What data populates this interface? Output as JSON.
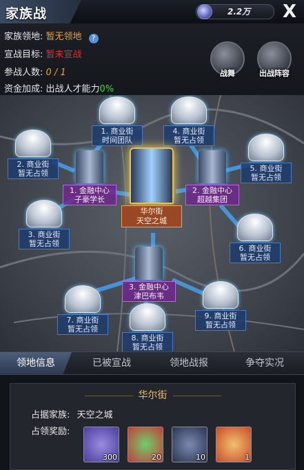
{
  "header": {
    "title": "家族战",
    "currency_value": "2.2万",
    "close_label": "X"
  },
  "info": {
    "territory_label": "家族领地:",
    "territory_value": "暂无领地",
    "target_label": "宣战目标:",
    "target_value": "暂未宣战",
    "participants_label": "参战人数:",
    "participants_value": "0 / 1",
    "bonus_label": "资金加成:",
    "bonus_text": "出战人才能力",
    "bonus_value": "0%",
    "help": "?"
  },
  "side_buttons": [
    {
      "label": "战舞"
    },
    {
      "label": "出战阵容"
    }
  ],
  "map": {
    "nodes": [
      {
        "line1": "1. 商业街",
        "line2": "时间团队"
      },
      {
        "line1": "4. 商业街",
        "line2": "暂无占领"
      },
      {
        "line1": "2. 商业街",
        "line2": "暂无占领"
      },
      {
        "line1": "5. 商业街",
        "line2": "暂无占领"
      },
      {
        "line1": "3. 商业街",
        "line2": "暂无占领"
      },
      {
        "line1": "6. 商业街",
        "line2": "暂无占领"
      },
      {
        "line1": "7. 商业街",
        "line2": "暂无占领"
      },
      {
        "line1": "9. 商业街",
        "line2": "暂无占领"
      },
      {
        "line1": "8. 商业街",
        "line2": "暂无占领"
      }
    ],
    "finance": [
      {
        "line1": "1. 金融中心",
        "line2": "子豪学长"
      },
      {
        "line1": "2. 金融中心",
        "line2": "超越集团"
      },
      {
        "line1": "3. 金融中心",
        "line2": "津巴布韦"
      }
    ],
    "center": {
      "line1": "华尔街",
      "line2": "天空之城"
    }
  },
  "tabs": [
    {
      "label": "领地信息"
    },
    {
      "label": "已被宣战"
    },
    {
      "label": "领地战报"
    },
    {
      "label": "争夺实况"
    }
  ],
  "panel": {
    "title": "华尔街",
    "occupier_label": "占据家族:",
    "occupier_value": "天空之城",
    "rewards_label": "占领奖励:",
    "rewards": [
      {
        "icon": "gem-icon",
        "count": "300",
        "color": "#6a5cc8"
      },
      {
        "icon": "gift-box-icon",
        "count": "20",
        "color": "#c83a3a"
      },
      {
        "icon": "phone-icon",
        "count": "10",
        "color": "#3a4a70"
      },
      {
        "icon": "car-icon",
        "count": "1",
        "color": "#c87a2a"
      }
    ]
  },
  "colors": {
    "accent_orange": "#f0a030",
    "alert_red": "#e03030",
    "green": "#3adc3a"
  }
}
